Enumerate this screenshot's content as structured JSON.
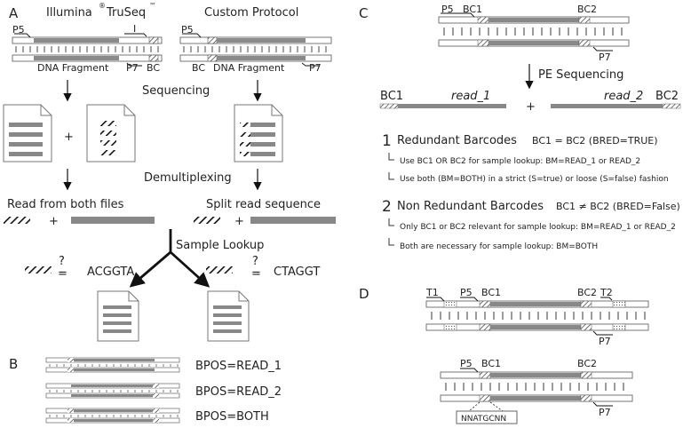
{
  "panels": {
    "a": "A",
    "b": "B",
    "c": "C",
    "d": "D"
  },
  "panel_a": {
    "illumina_title": "Illumina",
    "illumina_reg": "®",
    "illumina_title2": "TruSeq",
    "illumina_tm": "™",
    "custom_title": "Custom Protocol",
    "p5": "P5",
    "p7": "P7",
    "i_label": "I",
    "bc": "BC",
    "dna_fragment": "DNA Fragment",
    "sequencing": "Sequencing",
    "plus": "+",
    "demultiplexing": "Demultiplexing",
    "read_both_files": "Read from both files",
    "split_read": "Split read sequence",
    "sample_lookup": "Sample Lookup",
    "question": "?",
    "equals": "=",
    "seq_left": "ACGGTA",
    "seq_right": "CTAGGT"
  },
  "panel_b": {
    "bpos_1": "BPOS=READ_1",
    "bpos_2": "BPOS=READ_2",
    "bpos_3": "BPOS=BOTH"
  },
  "panel_c": {
    "p5": "P5",
    "bc1": "BC1",
    "bc2": "BC2",
    "p7": "P7",
    "pe_sequencing": "PE Sequencing",
    "read_1": "read_1",
    "read_2": "read_2",
    "plus": "+",
    "n1": "1",
    "redundant_title": "Redundant Barcodes",
    "redundant_sub": "BC1 = BC2 (BRED=TRUE)",
    "r_line1": "Use BC1 OR BC2 for sample lookup: BM=READ_1 or READ_2",
    "r_line2": "Use both (BM=BOTH) in a strict (S=true) or loose (S=false) fashion",
    "n2": "2",
    "nonred_title": "Non Redundant Barcodes",
    "nonred_sub": "BC1 ≠ BC2 (BRED=False)",
    "nr_line1": "Only BC1 or BC2 relevant for sample lookup: BM=READ_1 or READ_2",
    "nr_line2": "Both are necessary for sample lookup: BM=BOTH"
  },
  "panel_d": {
    "t1": "T1",
    "t2": "T2",
    "p5": "P5",
    "bc1": "BC1",
    "bc2": "BC2",
    "p7": "P7",
    "nnat": "NNATGCNN"
  }
}
